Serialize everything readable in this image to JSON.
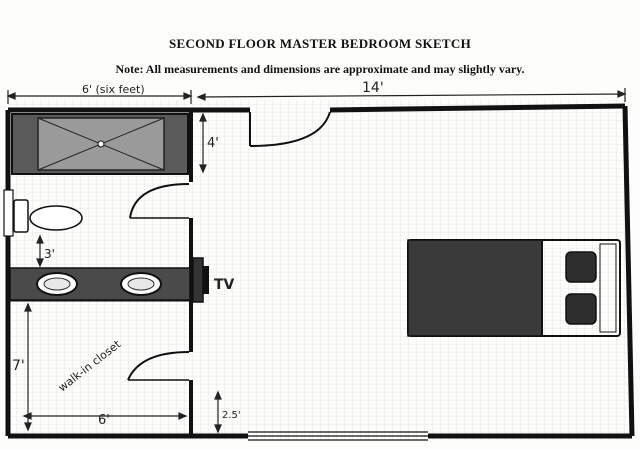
{
  "header": {
    "title": "SECOND FLOOR MASTER BEDROOM SKETCH",
    "note": "Note: All measurements and dimensions are approximate and may slightly vary."
  },
  "dimensions": {
    "bath_width": "6' (six feet)",
    "bedroom_width": "14'",
    "shower_depth": "4'",
    "toilet_gap": "3'",
    "closet_depth": "7'",
    "closet_width": "6'",
    "door_gap": "2.5'"
  },
  "labels": {
    "tv": "TV",
    "closet": "walk-in closet"
  },
  "colors": {
    "wall": "#111111",
    "grid": "#cfd4d8",
    "fixture_fill": "#3a3a3a",
    "shower_fill": "#5a5a5a"
  }
}
